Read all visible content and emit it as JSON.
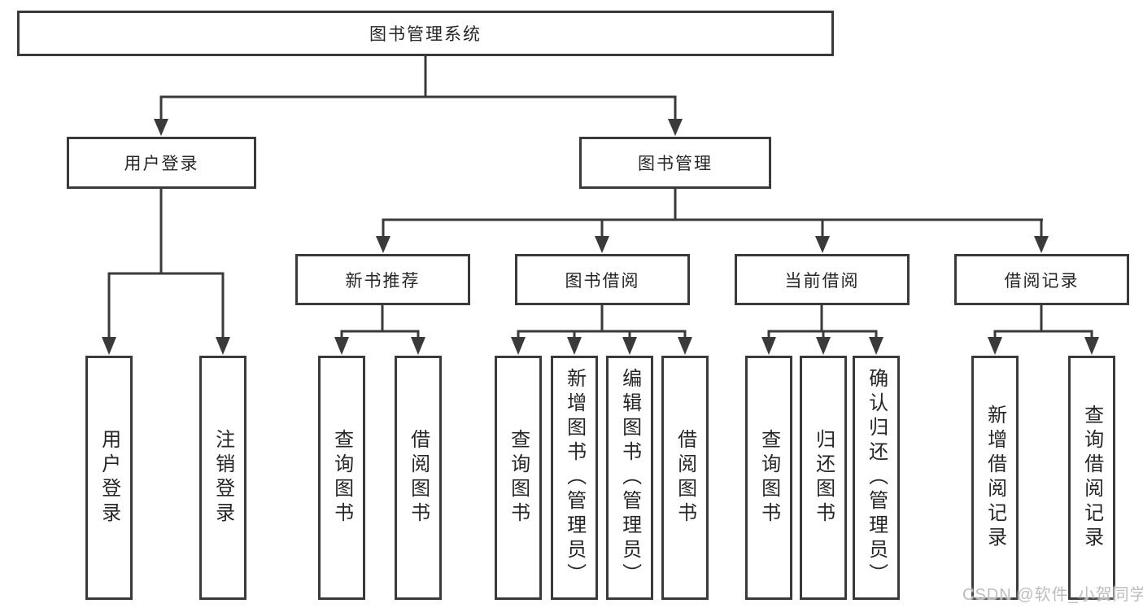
{
  "tree": {
    "root": {
      "label": "图书管理系统"
    },
    "children": [
      {
        "label": "用户登录",
        "children": [
          {
            "label": "用户登录"
          },
          {
            "label": "注销登录"
          }
        ]
      },
      {
        "label": "图书管理",
        "children": [
          {
            "label": "新书推荐",
            "children": [
              {
                "label": "查询图书"
              },
              {
                "label": "借阅图书"
              }
            ]
          },
          {
            "label": "图书借阅",
            "children": [
              {
                "label": "查询图书"
              },
              {
                "label": "新增图书（管理员）"
              },
              {
                "label": "编辑图书（管理员）"
              },
              {
                "label": "借阅图书"
              }
            ]
          },
          {
            "label": "当前借阅",
            "children": [
              {
                "label": "查询图书"
              },
              {
                "label": "归还图书"
              },
              {
                "label": "确认归还（管理员）"
              }
            ]
          },
          {
            "label": "借阅记录",
            "children": [
              {
                "label": "新增借阅记录"
              },
              {
                "label": "查询借阅记录"
              }
            ]
          }
        ]
      }
    ]
  },
  "watermark": "CSDN @软件_小贺同学",
  "colors": {
    "line": "#3a3a3a",
    "box_border": "#3a3a3a",
    "text": "#262626",
    "watermark": "#bdbdbd",
    "background": "#ffffff"
  }
}
